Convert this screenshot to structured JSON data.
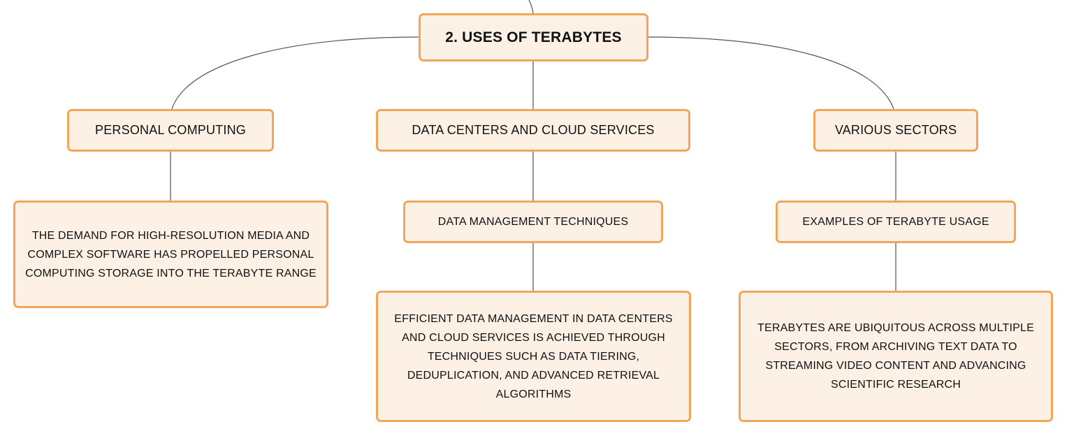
{
  "root": {
    "label": "2. USES OF TERABYTES"
  },
  "branches": [
    {
      "label": "PERSONAL COMPUTING",
      "detail": "THE DEMAND FOR HIGH-RESOLUTION MEDIA AND COMPLEX SOFTWARE HAS PROPELLED PERSONAL COMPUTING STORAGE INTO THE TERABYTE RANGE"
    },
    {
      "label": "DATA CENTERS AND CLOUD SERVICES",
      "subtopic": "DATA MANAGEMENT TECHNIQUES",
      "detail": "EFFICIENT DATA MANAGEMENT IN DATA CENTERS AND CLOUD SERVICES IS ACHIEVED THROUGH TECHNIQUES SUCH AS DATA TIERING, DEDUPLICATION, AND ADVANCED RETRIEVAL ALGORITHMS"
    },
    {
      "label": "VARIOUS SECTORS",
      "subtopic": "EXAMPLES OF TERABYTE USAGE",
      "detail": "TERABYTES ARE UBIQUITOUS ACROSS MULTIPLE SECTORS, FROM ARCHIVING TEXT DATA TO STREAMING VIDEO CONTENT AND ADVANCING SCIENTIFIC RESEARCH"
    }
  ],
  "colors": {
    "node_fill": "#fdf1e6",
    "node_border": "#f2a65a",
    "connector": "#555555"
  }
}
